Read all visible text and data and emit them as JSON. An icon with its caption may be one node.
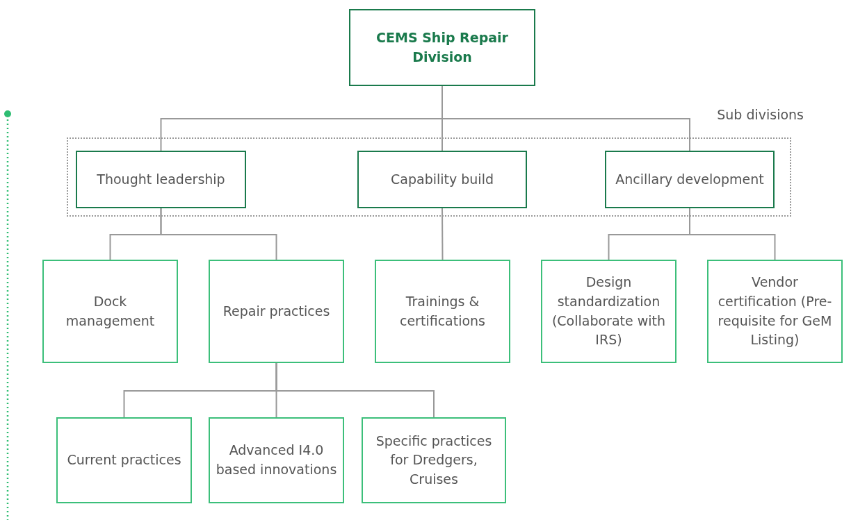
{
  "diagram": {
    "nodes": [
      {
        "text": [
          "CEMS Ship Repair Division"
        ]
      },
      {
        "text": [
          "Sub divisions"
        ]
      },
      {
        "text": [
          "Thought leadership"
        ],
        "in": 1
      },
      {
        "text": [
          "Capability build"
        ],
        "in": 1
      },
      {
        "text": [
          "Ancillary development"
        ],
        "in": 1
      },
      {
        "text": [
          "Dock management"
        ]
      },
      {
        "text": [
          "Repair practices"
        ]
      },
      {
        "text": [
          "Trainings & certifications"
        ]
      },
      {
        "text": [
          "Design standardization (Collaborate with IRS)"
        ]
      },
      {
        "text": [
          "Vendor certification (Pre-requisite for GeM Listing)"
        ]
      },
      {
        "text": [
          "Current practices"
        ]
      },
      {
        "text": [
          "Advanced I4.0 based innovations"
        ]
      },
      {
        "text": [
          "Specific practices for Dredgers, Cruises"
        ]
      }
    ],
    "edges": [
      {
        "from": 0,
        "to": 2,
        "arrow": "none"
      },
      {
        "from": 0,
        "to": 3,
        "arrow": "none"
      },
      {
        "from": 0,
        "to": 4,
        "arrow": "none"
      },
      {
        "from": 2,
        "to": 5,
        "arrow": "none"
      },
      {
        "from": 2,
        "to": 6,
        "arrow": "none"
      },
      {
        "from": 3,
        "to": 7,
        "arrow": "none"
      },
      {
        "from": 4,
        "to": 8,
        "arrow": "none"
      },
      {
        "from": 4,
        "to": 9,
        "arrow": "none"
      },
      {
        "from": 6,
        "to": 10,
        "arrow": "none"
      },
      {
        "from": 6,
        "to": 11,
        "arrow": "none"
      },
      {
        "from": 6,
        "to": 12,
        "arrow": "none"
      }
    ]
  }
}
